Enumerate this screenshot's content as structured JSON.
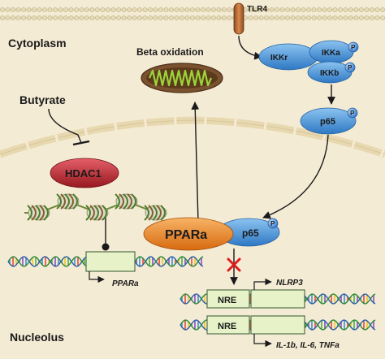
{
  "compartments": {
    "cytoplasm": "Cytoplasm",
    "nucleolus": "Nucleolus"
  },
  "receptor": {
    "label": "TLR4"
  },
  "ikk_complex": {
    "ikkr": "IKKr",
    "ikka": "IKKa",
    "ikkb": "IKKb"
  },
  "p65_label": "p65",
  "phospho_label": "P",
  "process": {
    "beta_oxidation": "Beta oxidation"
  },
  "regulators": {
    "butyrate": "Butyrate",
    "hdac1": "HDAC1",
    "ppara": "PPARa"
  },
  "genes": {
    "ppara": "PPARa",
    "nre": "NRE",
    "nlrp3": "NLRP3",
    "cytokines": "IL-1b, IL-6, TNFa"
  },
  "colors": {
    "background": "#f4ebd4",
    "nucleus_membrane": "#e6d6ad",
    "blue_protein": "#3c8cd6",
    "hdac": "#b8202b",
    "ppara": "#ea7d1c",
    "phospho": "#3a7fd0",
    "mito_outer": "#6e4a28",
    "mito_inner": "#9bd33a",
    "gene_box": "#e8f2c8",
    "gene_border": "#52704a",
    "inhibition_x": "#e01b1b"
  }
}
